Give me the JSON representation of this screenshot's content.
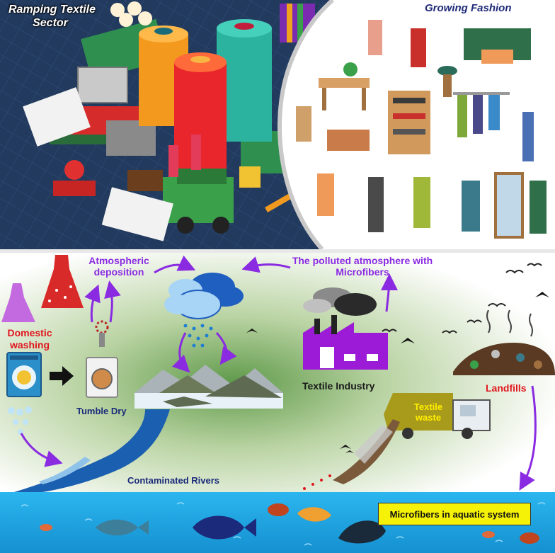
{
  "top": {
    "left_title_line1": "Ramping Textile",
    "left_title_line2": "Sector",
    "right_title": "Growing Fashion"
  },
  "cycle": {
    "atmospheric_line1": "Atmospheric",
    "atmospheric_line2": "deposition",
    "polluted_line1": "The polluted atmosphere with",
    "polluted_line2": "Microfibers",
    "domestic_line1": "Domestic",
    "domestic_line2": "washing",
    "tumble_dry": "Tumble Dry",
    "textile_industry": "Textile Industry",
    "landfills": "Landfills",
    "textile_waste_line1": "Textile",
    "textile_waste_line2": "waste",
    "contaminated_rivers": "Contaminated Rivers",
    "aquatic_box": "Microfibers in aquatic system"
  },
  "colors": {
    "factory_bg": "#223a5e",
    "arrow_purple": "#8a2be2",
    "water": "#1aa3e0",
    "river": "#1a5fb0",
    "factory_purple": "#9b1bd6",
    "label_red": "#e0161e",
    "box_yellow": "#f5f208"
  }
}
